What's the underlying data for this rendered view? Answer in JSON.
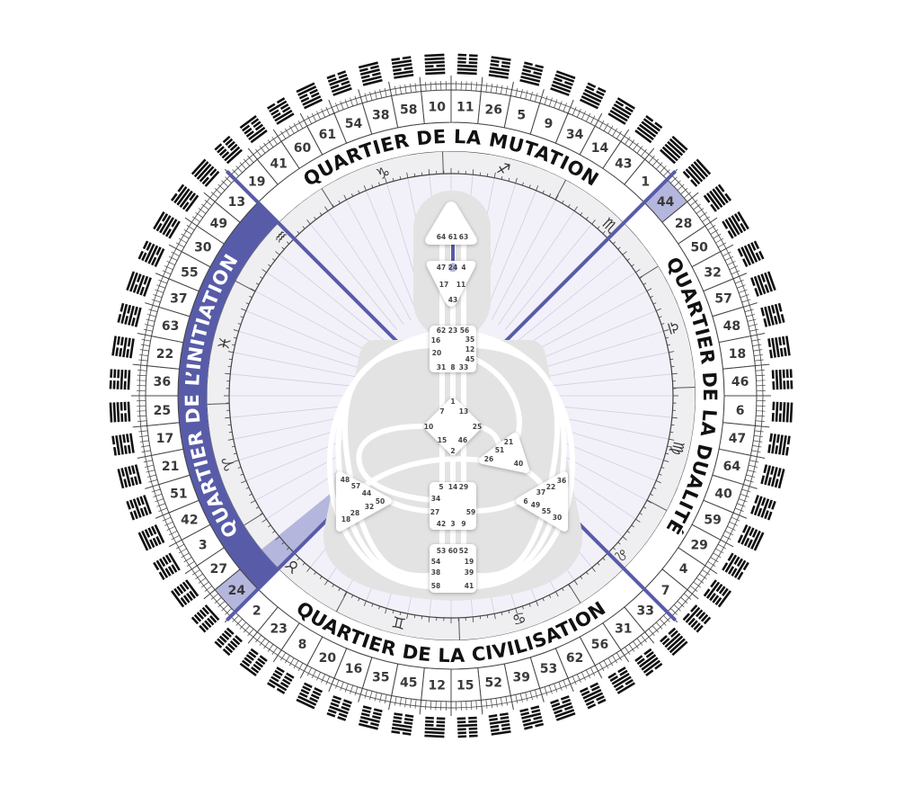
{
  "gates": [
    "10",
    "11",
    "26",
    "5",
    "9",
    "34",
    "14",
    "43",
    "1",
    "44",
    "28",
    "50",
    "32",
    "57",
    "48",
    "18",
    "46",
    "6",
    "47",
    "64",
    "40",
    "59",
    "29",
    "4",
    "7",
    "33",
    "31",
    "56",
    "62",
    "53",
    "39",
    "52",
    "15",
    "12",
    "45",
    "35",
    "16",
    "20",
    "8",
    "23",
    "2",
    "24",
    "27",
    "3",
    "42",
    "51",
    "21",
    "17",
    "25",
    "36",
    "22",
    "63",
    "37",
    "55",
    "30",
    "49",
    "13",
    "19",
    "41",
    "60",
    "61",
    "54",
    "38",
    "58"
  ],
  "highlighted_gates": [
    "44",
    "24"
  ],
  "quarters": [
    {
      "id": "mutation",
      "label": "QUARTIER DE LA MUTATION"
    },
    {
      "id": "dualite",
      "label": "QUARTIER DE LA DUALITÉ"
    },
    {
      "id": "civilisation",
      "label": "QUARTIER DE LA CIVILISATION"
    },
    {
      "id": "initiation",
      "label": "QUARTIER DE L’INITIATION"
    }
  ],
  "zodiac": [
    {
      "name": "sagittarius",
      "glyph": "♐︎"
    },
    {
      "name": "scorpio",
      "glyph": "♏︎"
    },
    {
      "name": "libra",
      "glyph": "♎︎"
    },
    {
      "name": "virgo",
      "glyph": "♍︎"
    },
    {
      "name": "leo",
      "glyph": "♌︎"
    },
    {
      "name": "cancer",
      "glyph": "♋︎"
    },
    {
      "name": "gemini",
      "glyph": "♊︎"
    },
    {
      "name": "taurus",
      "glyph": "♉︎"
    },
    {
      "name": "aries",
      "glyph": "♈︎"
    },
    {
      "name": "pisces",
      "glyph": "♓︎"
    },
    {
      "name": "aquarius",
      "glyph": "♒︎"
    },
    {
      "name": "capricorn",
      "glyph": "♑︎"
    }
  ],
  "bodygraph": {
    "head": [
      "64",
      "61",
      "63"
    ],
    "ajna": [
      "47",
      "24",
      "4",
      "17",
      "11",
      "43"
    ],
    "throat": [
      "62",
      "23",
      "56",
      "35",
      "16",
      "12",
      "20",
      "45",
      "31",
      "8",
      "33"
    ],
    "g": [
      "1",
      "7",
      "13",
      "10",
      "25",
      "15",
      "46",
      "2"
    ],
    "ego": [
      "21",
      "51",
      "26",
      "40"
    ],
    "sacral": [
      "5",
      "14",
      "29",
      "34",
      "27",
      "59",
      "42",
      "3",
      "9"
    ],
    "root": [
      "53",
      "60",
      "52",
      "54",
      "19",
      "38",
      "39",
      "58",
      "41"
    ],
    "spleen": [
      "48",
      "57",
      "44",
      "50",
      "32",
      "28",
      "18"
    ],
    "solar_plexus": [
      "36",
      "22",
      "37",
      "6",
      "49",
      "55",
      "30"
    ],
    "active_gate": "24"
  },
  "colors": {
    "accent": "#585ca8",
    "accent_light": "#b5b6dd",
    "inner": "#f2f1f9",
    "band": "#efeff1",
    "body_bg": "#e3e3e3"
  }
}
